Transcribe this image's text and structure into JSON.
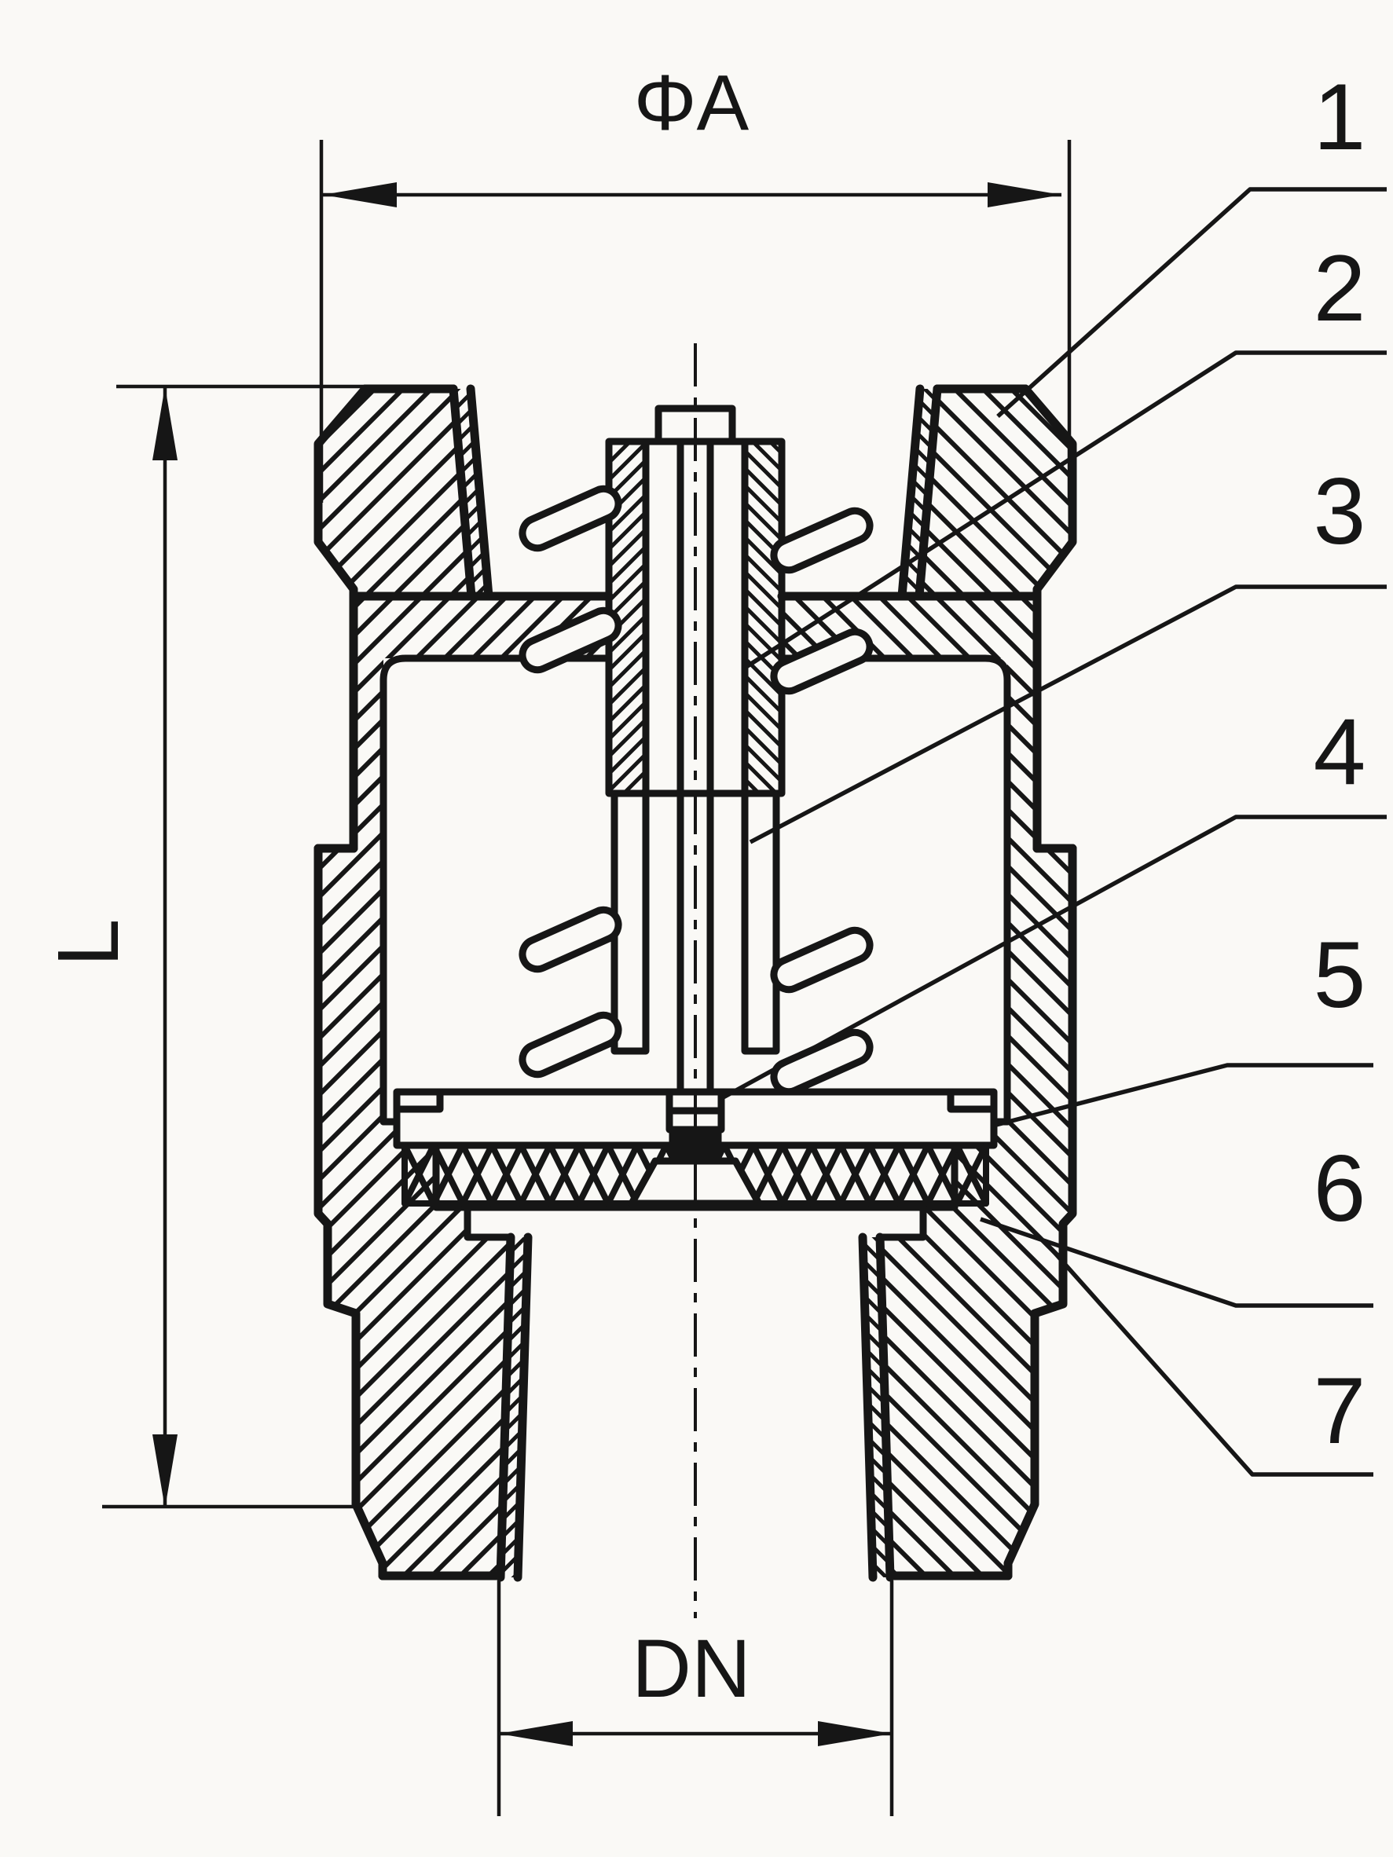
{
  "canvas": {
    "background": "#faf9f6",
    "line_color": "#161616"
  },
  "dimensions": {
    "top_diameter": {
      "label": "ΦA"
    },
    "overall_length": {
      "label": "L"
    },
    "nominal_bore": {
      "label": "DN"
    }
  },
  "callouts": [
    {
      "number": "1"
    },
    {
      "number": "2"
    },
    {
      "number": "3"
    },
    {
      "number": "4"
    },
    {
      "number": "5"
    },
    {
      "number": "6"
    },
    {
      "number": "7"
    }
  ]
}
